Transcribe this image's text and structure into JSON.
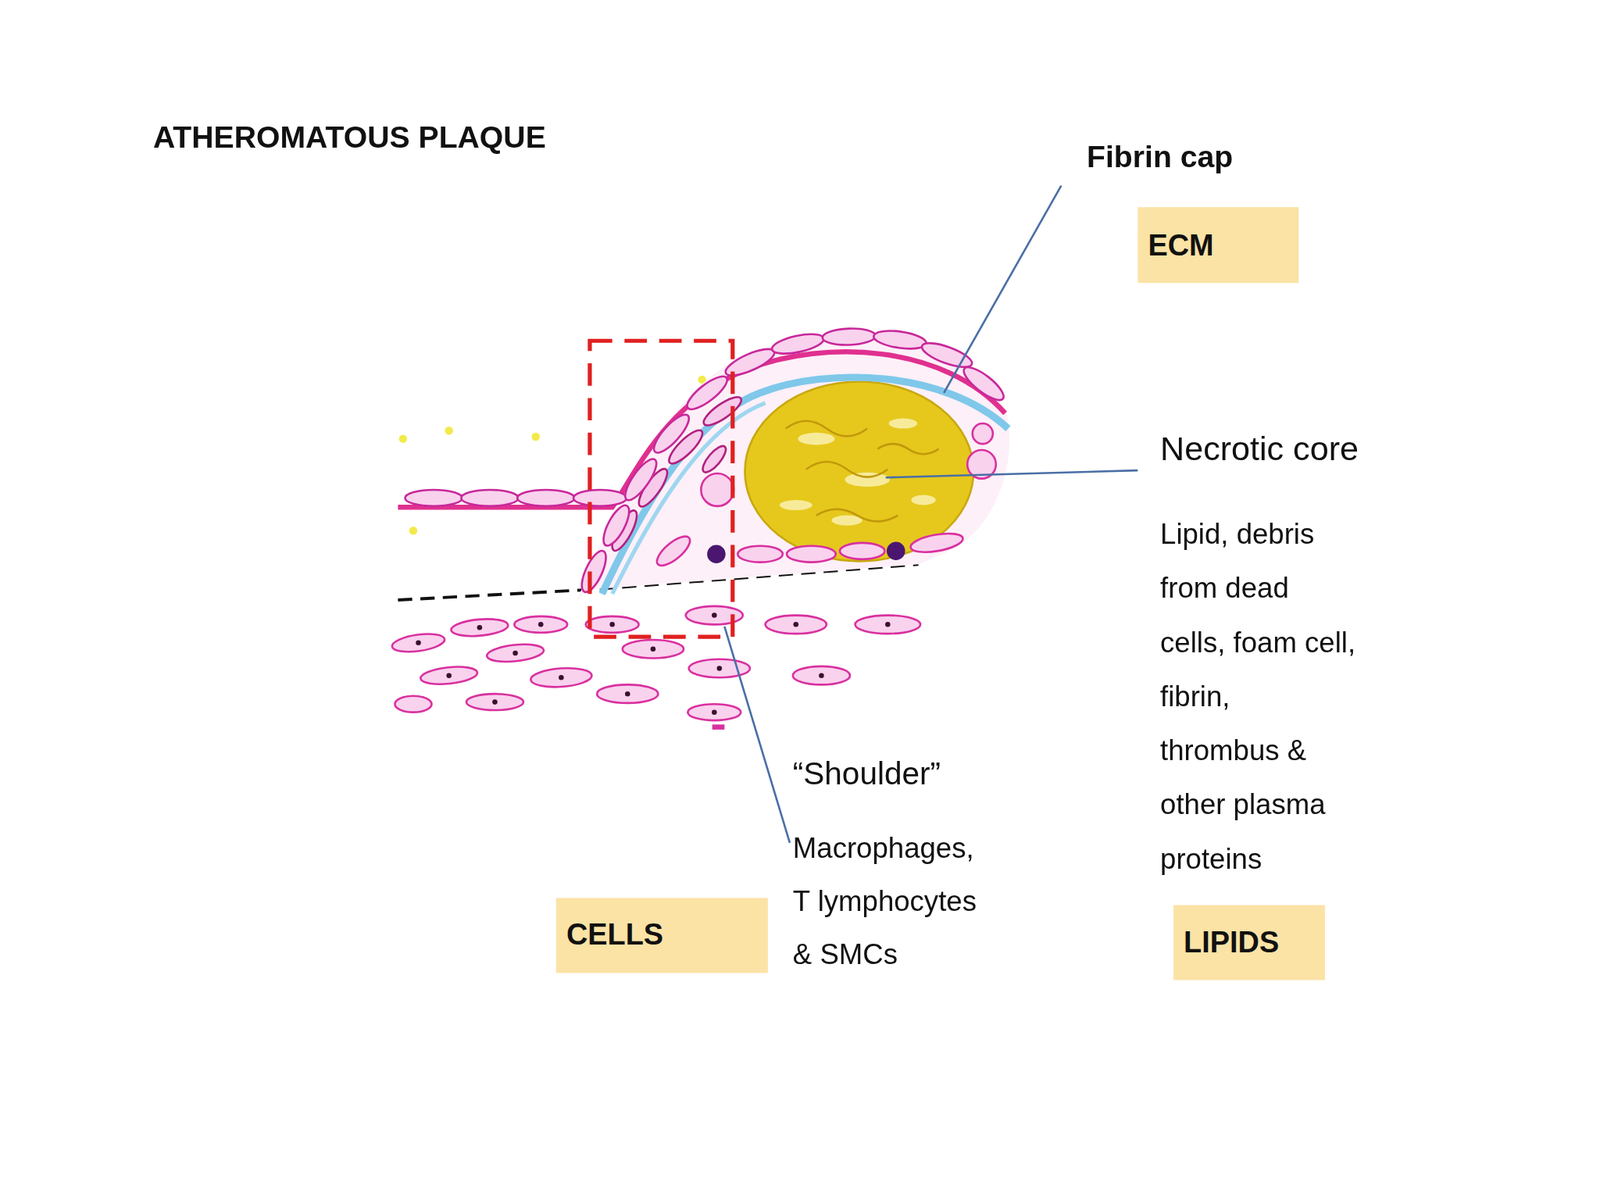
{
  "diagram": {
    "title": "ATHEROMATOUS PLAQUE",
    "nodes": [
      {
        "text": [
          "ECM"
        ]
      },
      {
        "text": [
          "CELLS"
        ]
      },
      {
        "text": [
          "LIPIDS"
        ]
      }
    ],
    "labels": [
      "Fibrin cap",
      "Necrotic core",
      "Lipid, debris from dead cells, foam cell, fibrin, thrombus & other plasma proteins",
      "“Shoulder”",
      "Macrophages, T lymphocytes & SMCs"
    ]
  }
}
